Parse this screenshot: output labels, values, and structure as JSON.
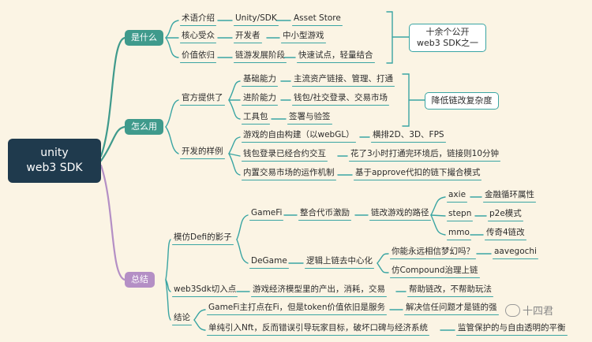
{
  "root": {
    "line1": "unity",
    "line2": "web3 SDK"
  },
  "branches": {
    "what": "是什么",
    "how": "怎么用",
    "summary": "总结"
  },
  "what": {
    "terms": {
      "label": "术语介绍",
      "c1": "Unity/SDK",
      "c2": "Asset Store"
    },
    "audience": {
      "label": "核心受众",
      "c1": "开发者",
      "c2": "中小型游戏"
    },
    "value": {
      "label": "价值依归",
      "c1": "链游发展阶段",
      "c2": "快速试点，轻量结合"
    },
    "callout": {
      "line1": "十余个公开",
      "line2": "web3 SDK之一"
    }
  },
  "how": {
    "official": {
      "label": "官方提供了",
      "basic": {
        "label": "基础能力",
        "c1": "主流资产链接、管理、打通"
      },
      "advanced": {
        "label": "进阶能力",
        "c1": "钱包/社交登录、交易市场"
      },
      "tools": {
        "label": "工具包",
        "c1": "签署与验签"
      },
      "callout": "降低链改复杂度"
    },
    "samples": {
      "label": "开发的样例",
      "s1": {
        "label": "游戏的自由构建（以webGL）",
        "c1": "横排2D、3D、FPS"
      },
      "s2": {
        "label": "钱包登录已经合约交互",
        "c1": "花了3小时打通完环境后，链接则10分钟"
      },
      "s3": {
        "label": "内置交易市场的运作机制",
        "c1": "基于approve代扣的链下撮合模式"
      }
    }
  },
  "summary": {
    "defi": {
      "label": "模仿Defi的影子",
      "gamefi": {
        "label": "GameFi",
        "c1": "整合代币激励",
        "c2": "链改游戏的路径",
        "leaves": [
          {
            "label": "axie",
            "c1": "金融循环属性"
          },
          {
            "label": "stepn",
            "c1": "p2e模式"
          },
          {
            "label": "mmo",
            "c1": "传奇4链改"
          }
        ]
      },
      "degame": {
        "label": "DeGame",
        "c1": "逻辑上链去中心化",
        "q1": {
          "label": "你能永远相信梦幻吗？",
          "c1": "aavegochi"
        },
        "q2": {
          "label": "仿Compound治理上链"
        }
      }
    },
    "entry": {
      "label": "web3Sdk切入点",
      "c1": "游戏经济模型里的产出，消耗，交易",
      "c2": "帮助链改，不帮助玩法"
    },
    "conclusion": {
      "label": "结论",
      "r1": {
        "label": "GameFi主打点在Fi，但是token价值依旧是服务",
        "c1": "解决信任问题才是链的强"
      },
      "r2": {
        "label": "单纯引入Nft，反而错误引导玩家目标，破坏口碑与经济系统",
        "c1": "监管保护的与自由透明的平衡"
      }
    }
  },
  "watermark": "十四君"
}
